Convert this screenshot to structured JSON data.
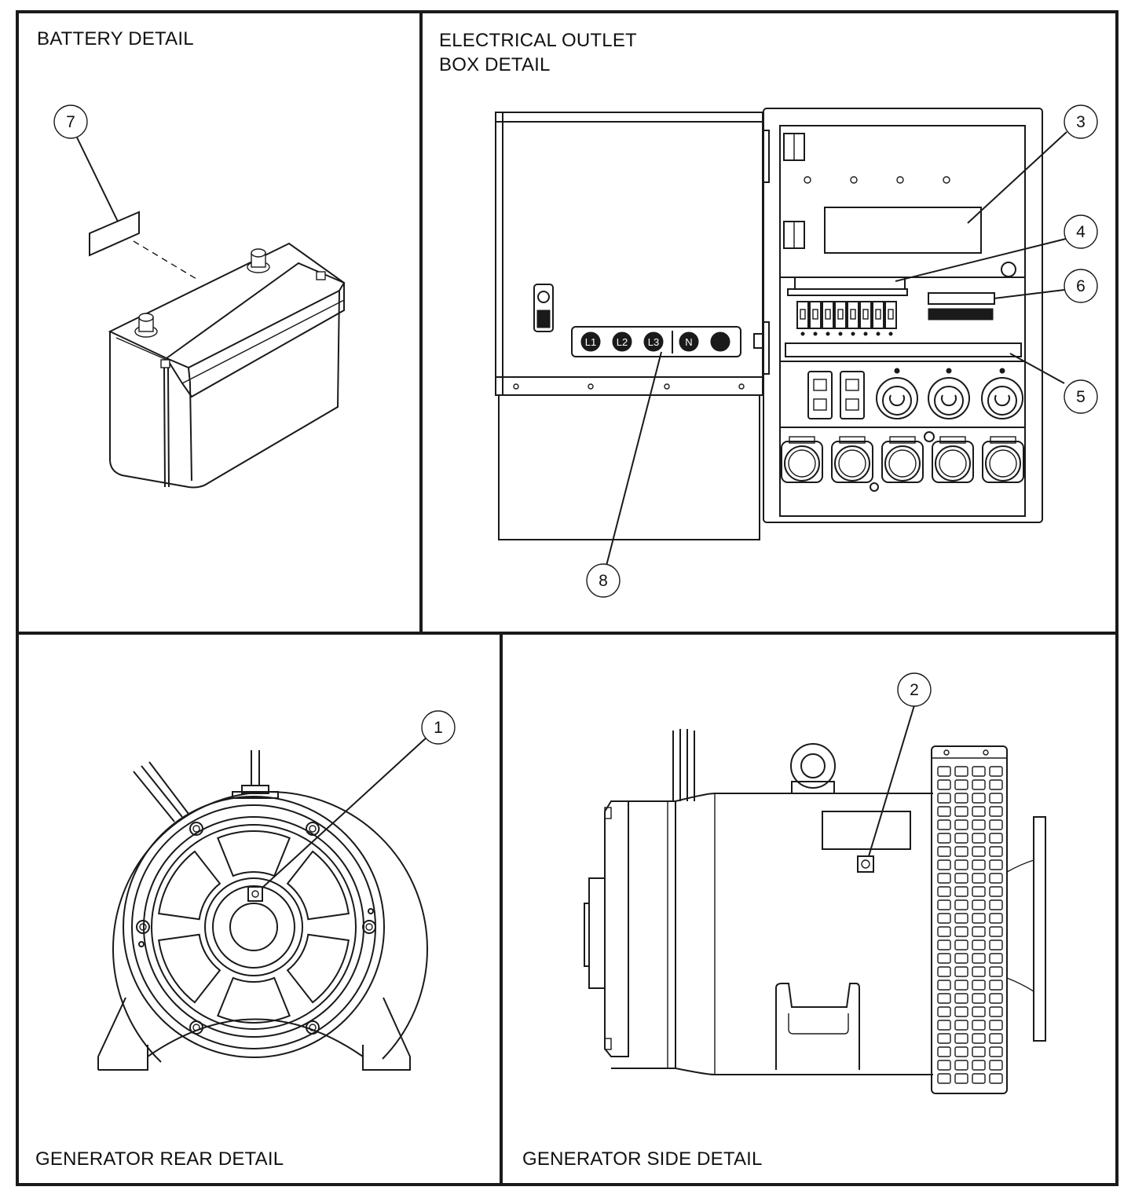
{
  "panels": {
    "battery": {
      "title": "BATTERY DETAIL"
    },
    "outlet_box": {
      "title_line1": "ELECTRICAL OUTLET",
      "title_line2": "BOX DETAIL"
    },
    "generator_rear": {
      "title": "GENERATOR REAR DETAIL"
    },
    "generator_side": {
      "title": "GENERATOR SIDE DETAIL"
    }
  },
  "callouts": [
    "1",
    "2",
    "3",
    "4",
    "5",
    "6",
    "7",
    "8"
  ],
  "outlet_meter_labels": [
    "L1",
    "L2",
    "L3",
    "N",
    ""
  ],
  "colors": {
    "ink": "#1a1a1a",
    "background": "#ffffff"
  }
}
